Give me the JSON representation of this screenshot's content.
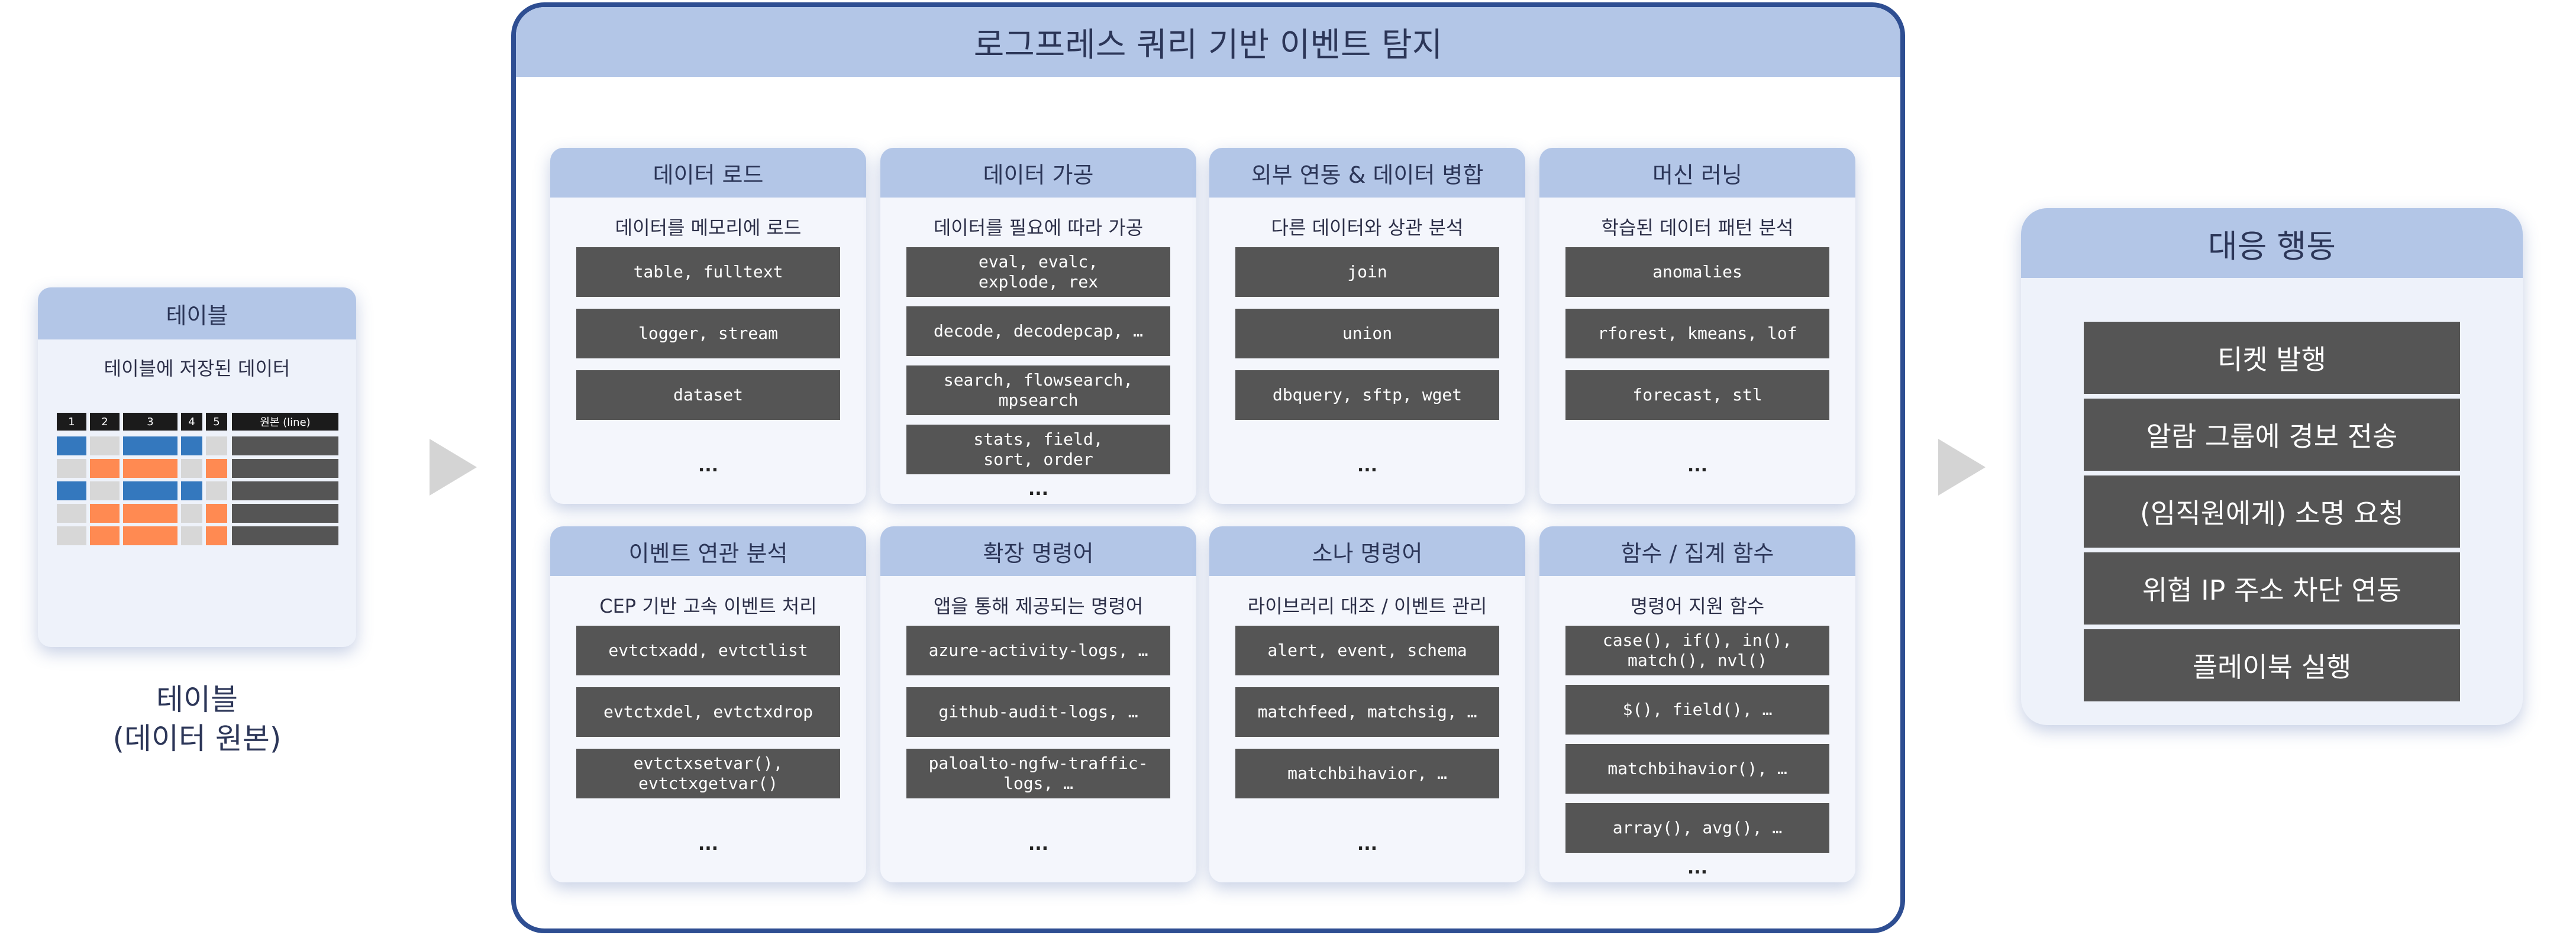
{
  "table_card": {
    "title": "테이블",
    "subtitle": "테이블에 저장된 데이터",
    "columns": [
      "1",
      "2",
      "3",
      "4",
      "5",
      "원본 (line)"
    ],
    "caption_line1": "테이블",
    "caption_line2": "(데이터 원본)",
    "colors": {
      "blue": "#3478be",
      "orange": "#ff8a52",
      "gray": "#d7d7d7",
      "dark": "#555555"
    }
  },
  "frame": {
    "title": "로그프레스 쿼리 기반 이벤트 탐지",
    "panels": [
      {
        "title": "데이터 로드",
        "subtitle": "데이터를 메모리에 로드",
        "items": [
          "table, fulltext",
          "logger, stream",
          "dataset"
        ],
        "more": "..."
      },
      {
        "title": "데이터 가공",
        "subtitle": "데이터를 필요에 따라 가공",
        "items": [
          "eval, evalc,\nexplode, rex",
          "decode, decodepcap, …",
          "search, flowsearch,\nmpsearch",
          "stats, field,\nsort, order"
        ],
        "more": "..."
      },
      {
        "title": "외부 연동 & 데이터 병합",
        "subtitle": "다른 데이터와 상관 분석",
        "items": [
          "join",
          "union",
          "dbquery, sftp, wget"
        ],
        "more": "..."
      },
      {
        "title": "머신 러닝",
        "subtitle": "학습된 데이터 패턴 분석",
        "items": [
          "anomalies",
          "rforest, kmeans, lof",
          "forecast, stl"
        ],
        "more": "..."
      },
      {
        "title": "이벤트 연관 분석",
        "subtitle": "CEP 기반 고속 이벤트 처리",
        "items": [
          "evtctxadd, evtctlist",
          "evtctxdel, evtctxdrop",
          "evtctxsetvar(),\nevtctxgetvar()"
        ],
        "more": "..."
      },
      {
        "title": "확장 명령어",
        "subtitle": "앱을 통해 제공되는 명령어",
        "items": [
          "azure-activity-logs, …",
          "github-audit-logs, …",
          "paloalto-ngfw-traffic-\nlogs, …"
        ],
        "more": "..."
      },
      {
        "title": "소나 명령어",
        "subtitle": "라이브러리 대조 / 이벤트 관리",
        "items": [
          "alert, event, schema",
          "matchfeed, matchsig, …",
          "matchbihavior, …"
        ],
        "more": "..."
      },
      {
        "title": "함수 / 집계 함수",
        "subtitle": "명령어 지원 함수",
        "items": [
          "case(), if(), in(),\nmatch(), nvl()",
          "$(), field(), …",
          "matchbihavior(), …",
          "array(), avg(), …"
        ],
        "more": "..."
      }
    ]
  },
  "response": {
    "title": "대응 행동",
    "items": [
      "티켓 발행",
      "알람 그룹에 경보 전송",
      "(임직원에게) 소명 요청",
      "위협 IP 주소 차단 연동",
      "플레이북 실행"
    ]
  }
}
